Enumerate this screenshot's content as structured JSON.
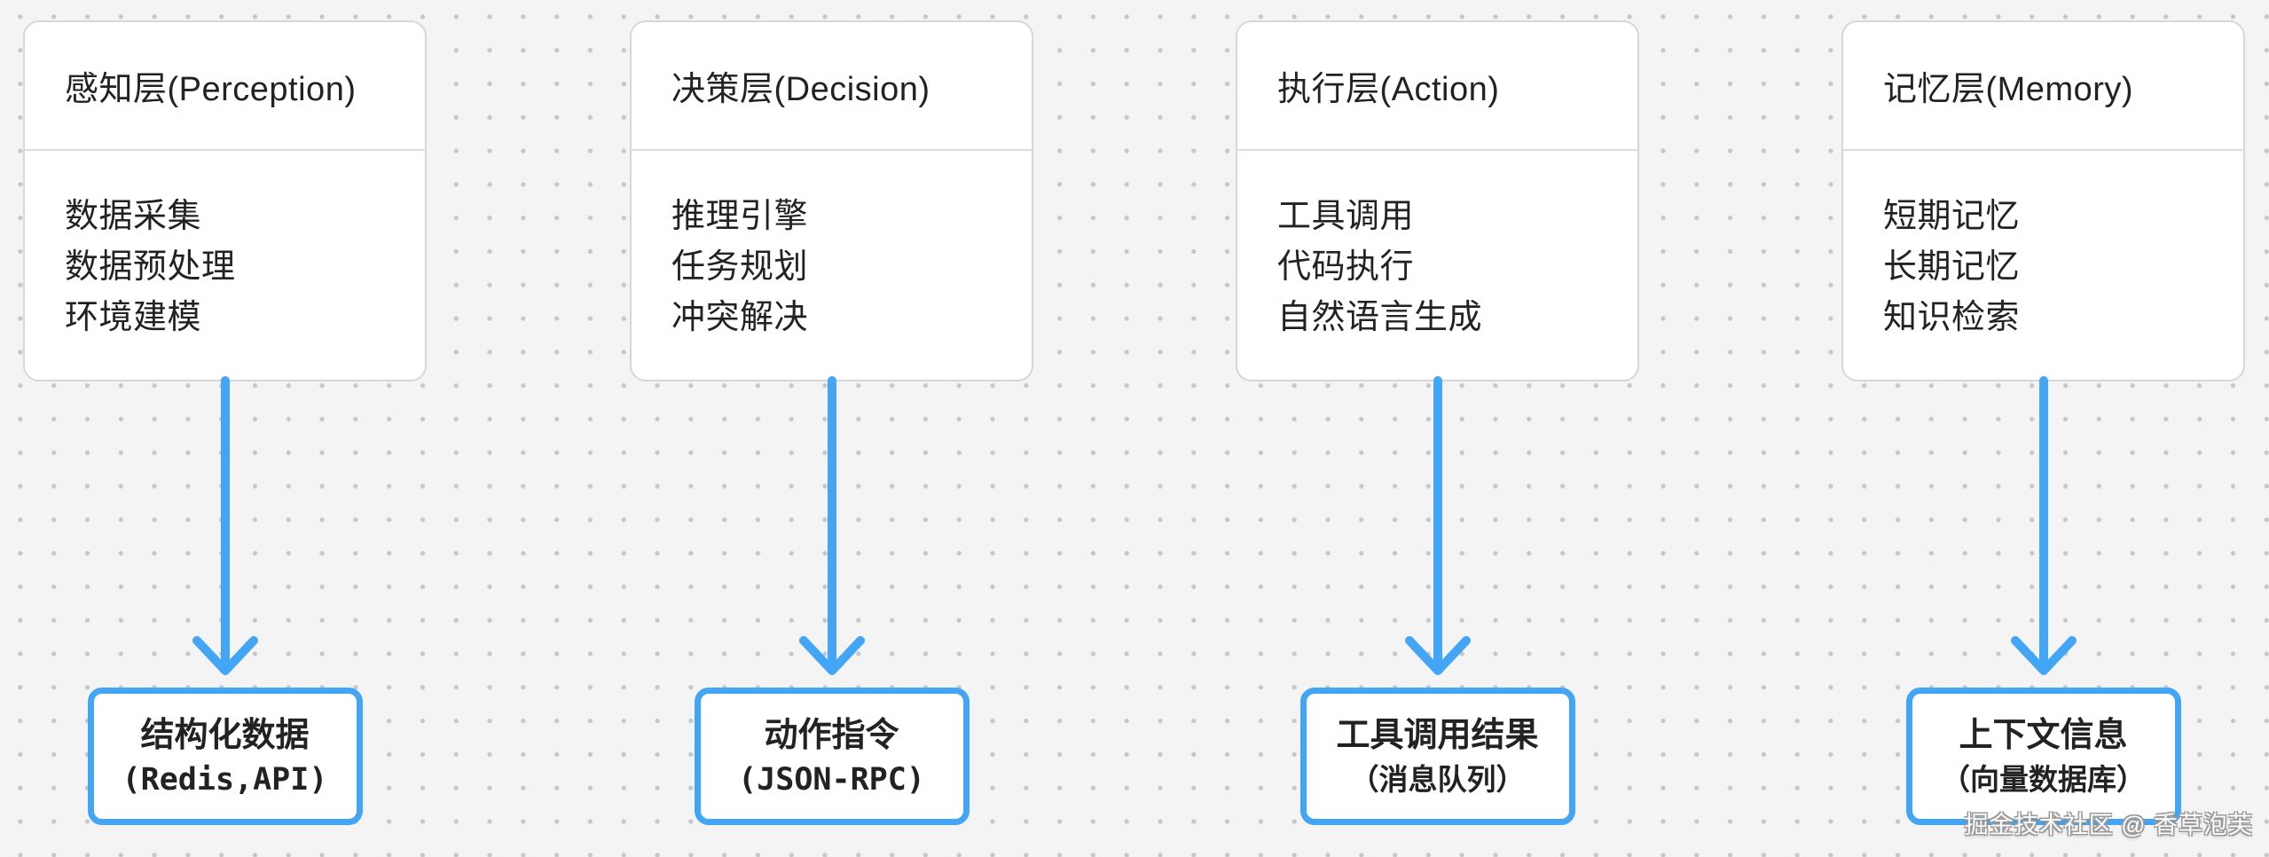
{
  "palette": {
    "background": "#f4f4f5",
    "dot_grid": "#c7c7c9",
    "card_background": "#ffffff",
    "card_border": "#d7d7d9",
    "text": "#222222",
    "accent_blue": "#42a5f5",
    "watermark_color": "#ffffff"
  },
  "columns": [
    {
      "card": {
        "title": "感知层(Perception)",
        "items": [
          "数据采集",
          "数据预处理",
          "环境建模"
        ]
      },
      "arrow_icon": "arrow-down",
      "output": {
        "line1": "结构化数据",
        "line2": "(Redis,API)"
      }
    },
    {
      "card": {
        "title": "决策层(Decision)",
        "items": [
          "推理引擎",
          "任务规划",
          "冲突解决"
        ]
      },
      "arrow_icon": "arrow-down",
      "output": {
        "line1": "动作指令",
        "line2": "(JSON-RPC)"
      }
    },
    {
      "card": {
        "title": "执行层(Action)",
        "items": [
          "工具调用",
          "代码执行",
          "自然语言生成"
        ]
      },
      "arrow_icon": "arrow-down",
      "output": {
        "line1": "工具调用结果",
        "line2": "（消息队列）"
      }
    },
    {
      "card": {
        "title": "记忆层(Memory)",
        "items": [
          "短期记忆",
          "长期记忆",
          "知识检索"
        ]
      },
      "arrow_icon": "arrow-down",
      "output": {
        "line1": "上下文信息",
        "line2": "（向量数据库）"
      }
    }
  ],
  "watermark": "掘金技术社区 @ 香草泡芙"
}
